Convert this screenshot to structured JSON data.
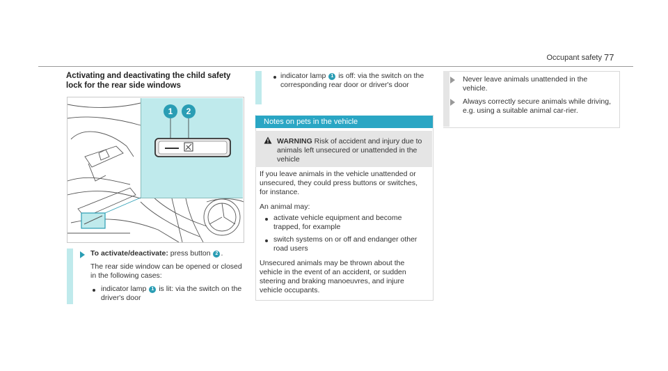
{
  "header": {
    "running_head": "Occupant safety",
    "page_number": "77"
  },
  "left": {
    "title": "Activating and deactivating the child safety lock for the rear side windows",
    "figure": {
      "callout_1": "1",
      "callout_2": "2"
    },
    "step": {
      "label": "To activate/deactivate:",
      "text_before": " press button ",
      "button_num": "2",
      "text_after": "."
    },
    "para": "The rear side window can be opened or closed in the following cases:",
    "bullet1": {
      "before": "indicator lamp ",
      "num": "1",
      "after": " is lit: via the switch on the driver's door"
    }
  },
  "middle": {
    "bullet2": {
      "before": "indicator lamp ",
      "num": "1",
      "after": " is off: via the switch on the corresponding rear door or driver's door"
    },
    "notes_heading": "Notes on pets in the vehicle",
    "warning": {
      "label": "WARNING",
      "text": " Risk of accident and injury due to animals left unsecured or unattended in the vehicle"
    },
    "para1": "If you leave animals in the vehicle unattended or unsecured, they could press buttons or switches, for instance.",
    "para2": "An animal may:",
    "bullets": [
      "activate vehicle equipment and become trapped, for example",
      "switch systems on or off and endanger other road users"
    ],
    "para3": "Unsecured animals may be thrown about the vehicle in the event of an accident, or sudden steering and braking manoeuvres, and injure vehicle occupants."
  },
  "right": {
    "items": [
      "Never leave animals unattended in the vehicle.",
      "Always correctly secure animals while driving, e.g. using a suitable animal car-rier."
    ]
  },
  "colors": {
    "accent": "#2aa6c4",
    "inset": "#bfeaec",
    "warning_bg": "#e5e5e5"
  }
}
